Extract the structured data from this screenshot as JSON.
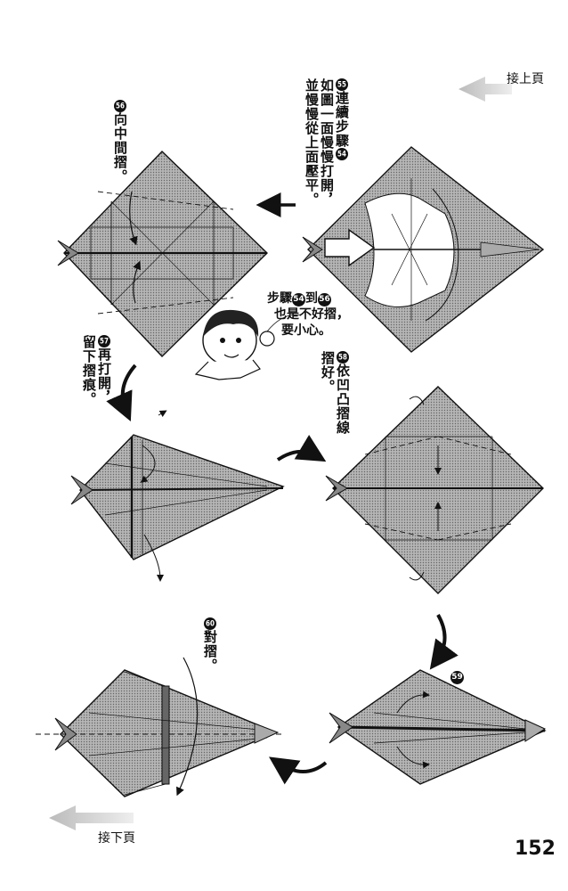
{
  "nav": {
    "prev_label": "接上頁",
    "next_label": "接下頁"
  },
  "page_number": "152",
  "steps": [
    {
      "num": "55",
      "lines": [
        "連續步驟",
        "如圖一面慢慢打開，",
        "並慢慢從上面壓平。"
      ],
      "ref": "54"
    },
    {
      "num": "56",
      "text": "向中間摺。"
    },
    {
      "num": "57",
      "lines": [
        "再打開，",
        "留下摺痕。"
      ]
    },
    {
      "num": "58",
      "lines": [
        "依凹凸摺線",
        "摺好。"
      ]
    },
    {
      "num": "59"
    },
    {
      "num": "60",
      "text": "對摺。"
    }
  ],
  "speech": {
    "line1_a": "步驟",
    "from": "54",
    "line1_b": "到",
    "to": "56",
    "line2": "也是不好摺，",
    "line3": "要小心。"
  },
  "colors": {
    "ink": "#111111",
    "paper": "#ffffff",
    "shade": "#9a9a9a",
    "arrow_gray": "#c8c8c8"
  }
}
